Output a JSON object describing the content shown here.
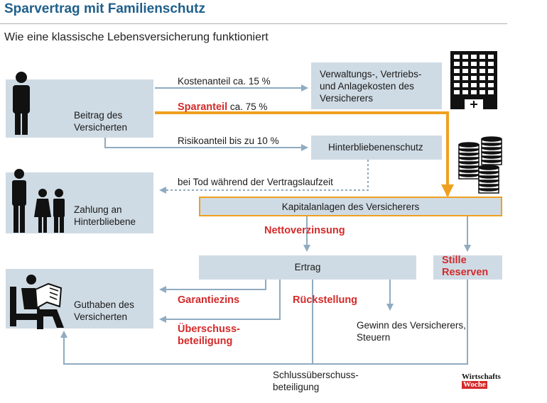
{
  "header": {
    "title": "Sparvertrag mit Familienschutz",
    "subtitle": "Wie eine klassische Lebensversicherung funktioniert"
  },
  "boxes": {
    "beitrag": "Beitrag des\nVersicherten",
    "zahlung": "Zahlung an\nHinterbliebene",
    "guthaben": "Guthaben des\nVersicherten",
    "verwaltung": "Verwaltungs-, Vertriebs-\nund Anlagekosten des\nVersicherers",
    "hinterbliebenenschutz": "Hinterbliebenenschutz",
    "kapitalanlagen": "Kapitalanlagen des Versicherers",
    "ertrag": "Ertrag",
    "stille_reserven": "Stille\nReserven"
  },
  "labels": {
    "kostenanteil": "Kostenanteil ca. 15 %",
    "sparanteil_red": "Sparanteil",
    "sparanteil_rest": " ca. 75 %",
    "risikoanteil": "Risikoanteil bis zu 10 %",
    "bei_tod": "bei Tod während der Vertragslaufzeit",
    "nettoverzinsung": "Nettoverzinsung",
    "garantiezins": "Garantiezins",
    "rueckstellung": "Rückstellung",
    "ueberschuss": "Überschuss-\nbeteiligung",
    "gewinn": "Gewinn des Versicherers,\nSteuern",
    "schluss": "Schlussüberschuss-\nbeteiligung"
  },
  "logo": {
    "line1": "Wirtschafts",
    "line2": "Woche"
  },
  "colors": {
    "box": "#cfdbe4",
    "line": "#8fabc0",
    "orange": "#f0a020",
    "red": "#d42a2a",
    "title": "#1f5f8b"
  },
  "icons": [
    "person-icon",
    "family-icon",
    "reader-icon",
    "building-icon",
    "coins-icon"
  ]
}
